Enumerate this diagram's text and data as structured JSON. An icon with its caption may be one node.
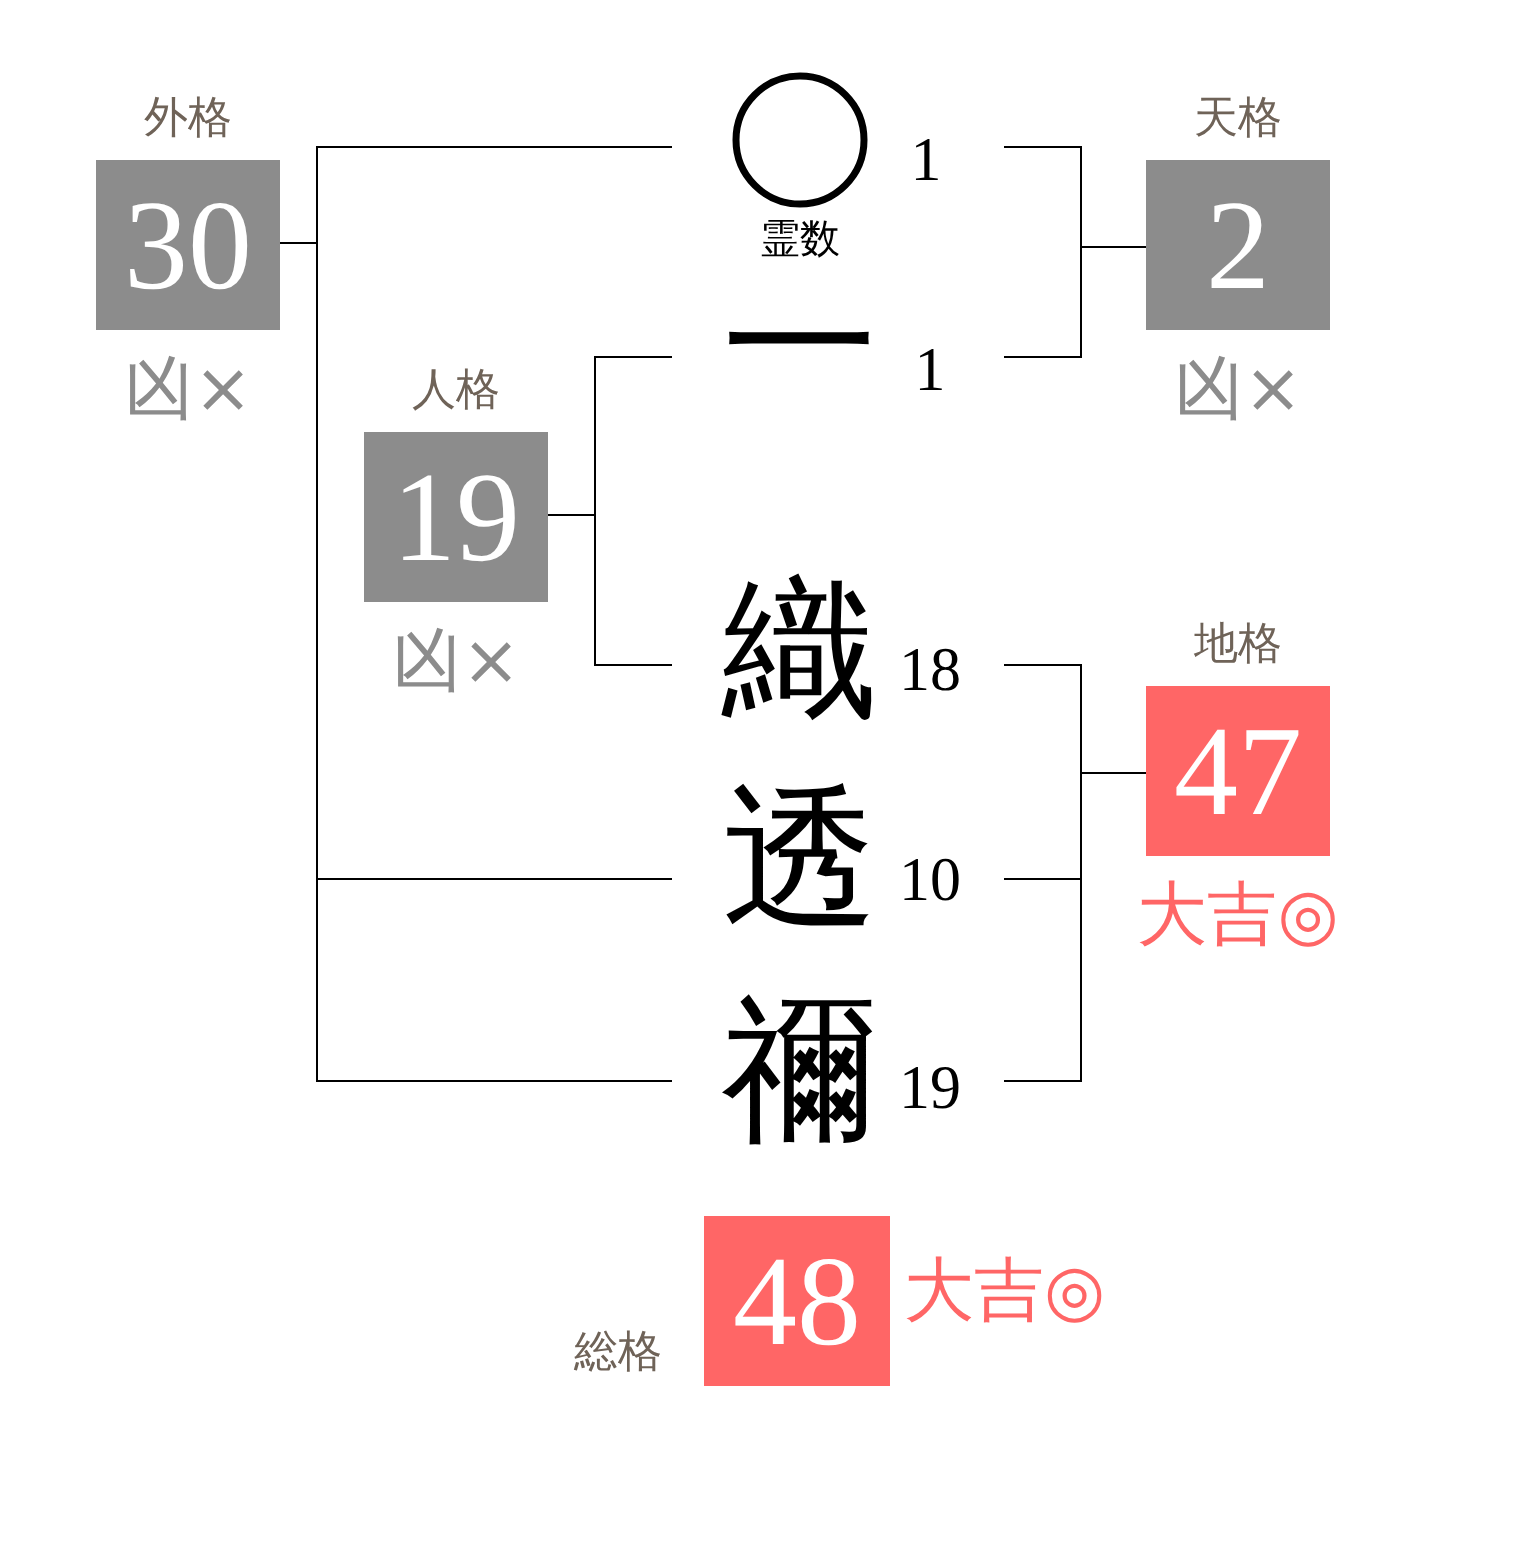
{
  "diagram": {
    "nodes": [
      {
        "text": [
          "外格",
          "30"
        ],
        "beside": [
          "凶×"
        ]
      },
      {
        "text": [],
        "shape": "circle",
        "beside": [
          "霊数",
          "1"
        ]
      },
      {
        "text": [
          "天格",
          "2"
        ],
        "beside": [
          "凶×"
        ]
      },
      {
        "text": [
          "一"
        ],
        "beside": [
          "1"
        ]
      },
      {
        "text": [
          "人格",
          "19"
        ],
        "beside": [
          "凶×"
        ]
      },
      {
        "text": [
          "織"
        ],
        "beside": [
          "18"
        ]
      },
      {
        "text": [
          "地格",
          "47"
        ],
        "beside": [
          "大吉◎"
        ]
      },
      {
        "text": [
          "透"
        ],
        "beside": [
          "10"
        ]
      },
      {
        "text": [
          "禰"
        ],
        "beside": [
          "19"
        ]
      },
      {
        "text": [
          "総格",
          "48"
        ],
        "beside": [
          "大吉◎"
        ]
      }
    ],
    "edges": [
      {
        "from": 1,
        "to": 0,
        "arrow": "none"
      },
      {
        "from": 7,
        "to": 0,
        "arrow": "none"
      },
      {
        "from": 8,
        "to": 0,
        "arrow": "none"
      },
      {
        "from": 1,
        "to": 2,
        "arrow": "none"
      },
      {
        "from": 3,
        "to": 2,
        "arrow": "none"
      },
      {
        "from": 3,
        "to": 4,
        "arrow": "none"
      },
      {
        "from": 5,
        "to": 4,
        "arrow": "none"
      },
      {
        "from": 5,
        "to": 6,
        "arrow": "none"
      },
      {
        "from": 7,
        "to": 6,
        "arrow": "none"
      },
      {
        "from": 8,
        "to": 6,
        "arrow": "none"
      }
    ]
  }
}
